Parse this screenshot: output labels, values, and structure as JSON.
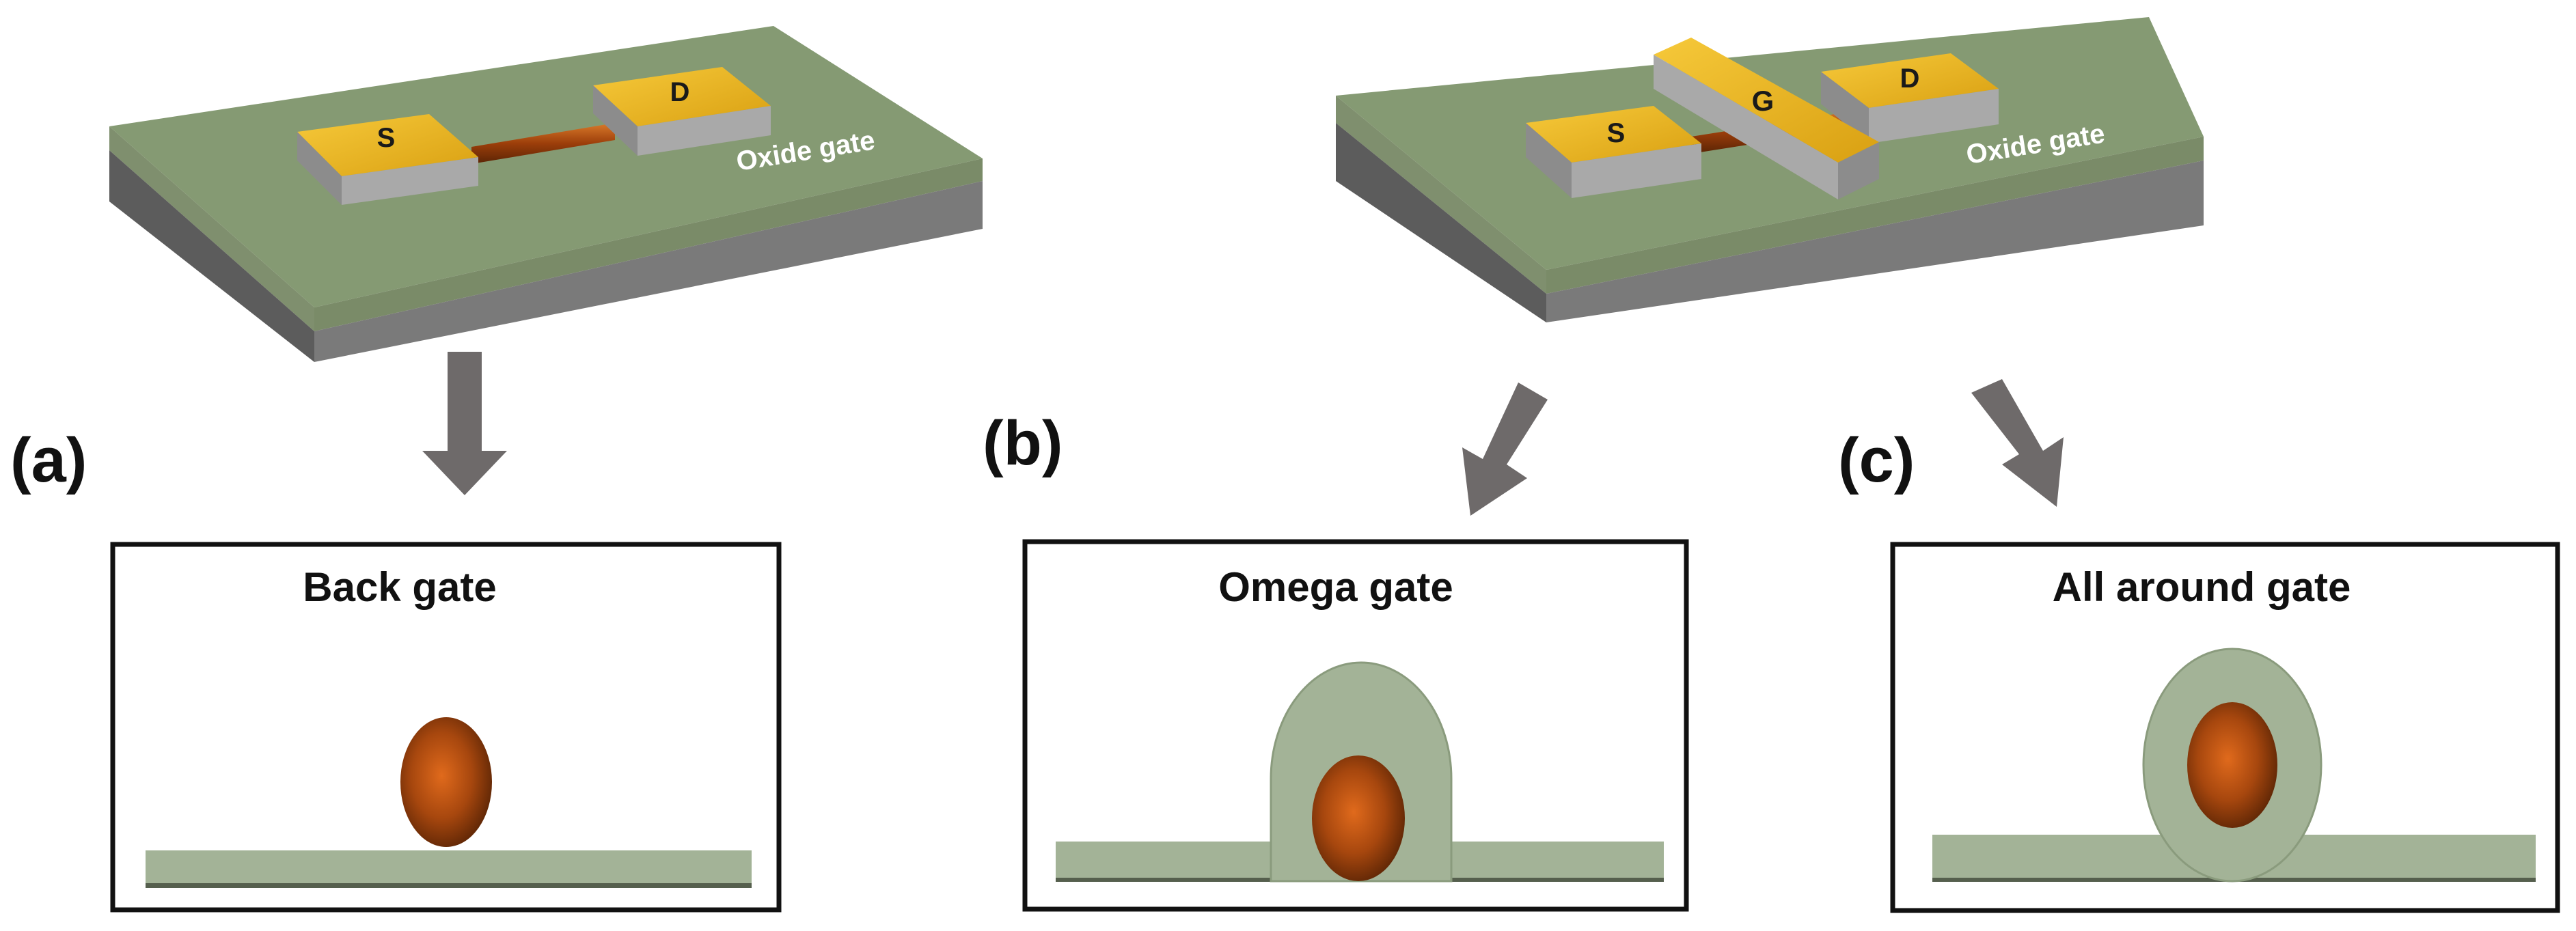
{
  "devices": {
    "left": {
      "source_label": "S",
      "drain_label": "D",
      "substrate_label": "Oxide gate"
    },
    "right": {
      "source_label": "S",
      "gate_label": "G",
      "drain_label": "D",
      "substrate_label": "Oxide gate"
    }
  },
  "panels": [
    {
      "letter": "(a)",
      "title": "Back gate"
    },
    {
      "letter": "(b)",
      "title": "Omega gate"
    },
    {
      "letter": "(c)",
      "title": "All around gate"
    }
  ],
  "colors": {
    "substrate_top": "#859a73",
    "substrate_side": "#6a6a6a",
    "contact_gold": "#e8b21c",
    "nanowire_brown": "#a7470e",
    "oxide_shell": "#a3b397",
    "arrow_gray": "#6e6a6a"
  }
}
